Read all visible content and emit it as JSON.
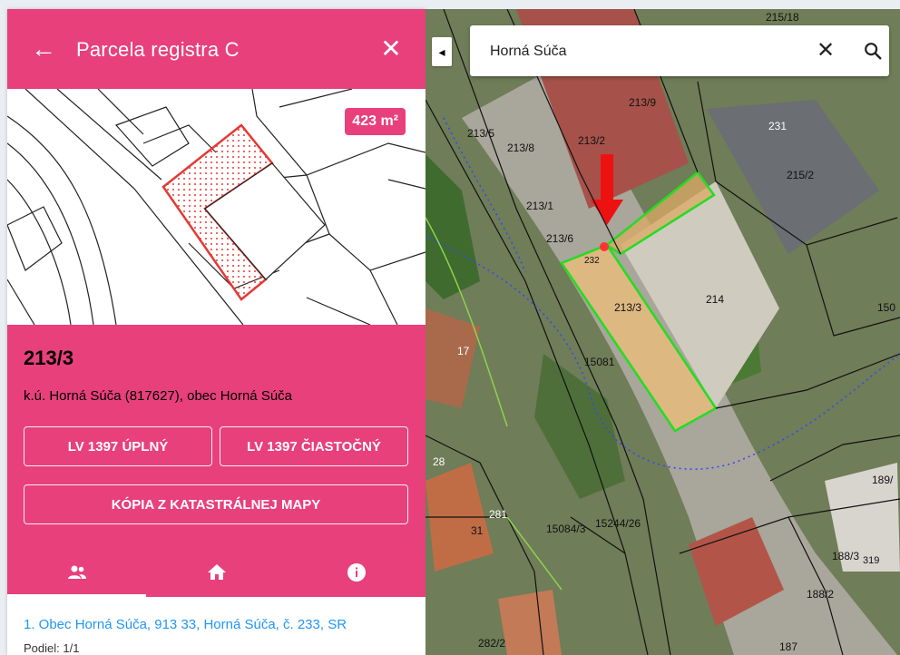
{
  "panel": {
    "title": "Parcela registra C",
    "area_badge": "423 m²",
    "parcel_number": "213/3",
    "subtitle": "k.ú. Horná Súča (817627), obec Horná Súča",
    "buttons": {
      "lv_full": "LV 1397 ÚPLNÝ",
      "lv_partial": "LV 1397 ČIASTOČNÝ",
      "map_copy": "KÓPIA Z KATASTRÁLNEJ MAPY"
    },
    "tabs": [
      {
        "icon": "owners-icon"
      },
      {
        "icon": "home-icon"
      },
      {
        "icon": "info-icon"
      }
    ],
    "owner": "1. Obec Horná Súča, 913 33, Horná Súča, č. 233, SR",
    "share": "Podiel: 1/1"
  },
  "search": {
    "value": "Horná Súča"
  },
  "map_labels": {
    "l1": "215/18",
    "l2": "213/9",
    "l3": "231",
    "l4": "213/5",
    "l5": "213/8",
    "l6": "213/2",
    "l7": "215/2",
    "l8": "213/1",
    "l9": "213/6",
    "l10": "232",
    "l11": "213/3",
    "l12": "214",
    "l13": "150",
    "l14": "17",
    "l15": "15081",
    "l16": "28",
    "l17": "281",
    "l18": "31",
    "l19": "15084/3",
    "l20": "15244/26",
    "l21": "189/",
    "l22": "188/3",
    "l23": "319",
    "l24": "188/2",
    "l25": "282/2",
    "l26": "187"
  },
  "colors": {
    "accent": "#e8407a",
    "link": "#2196f3",
    "parcel_highlight": "#22dd22"
  }
}
